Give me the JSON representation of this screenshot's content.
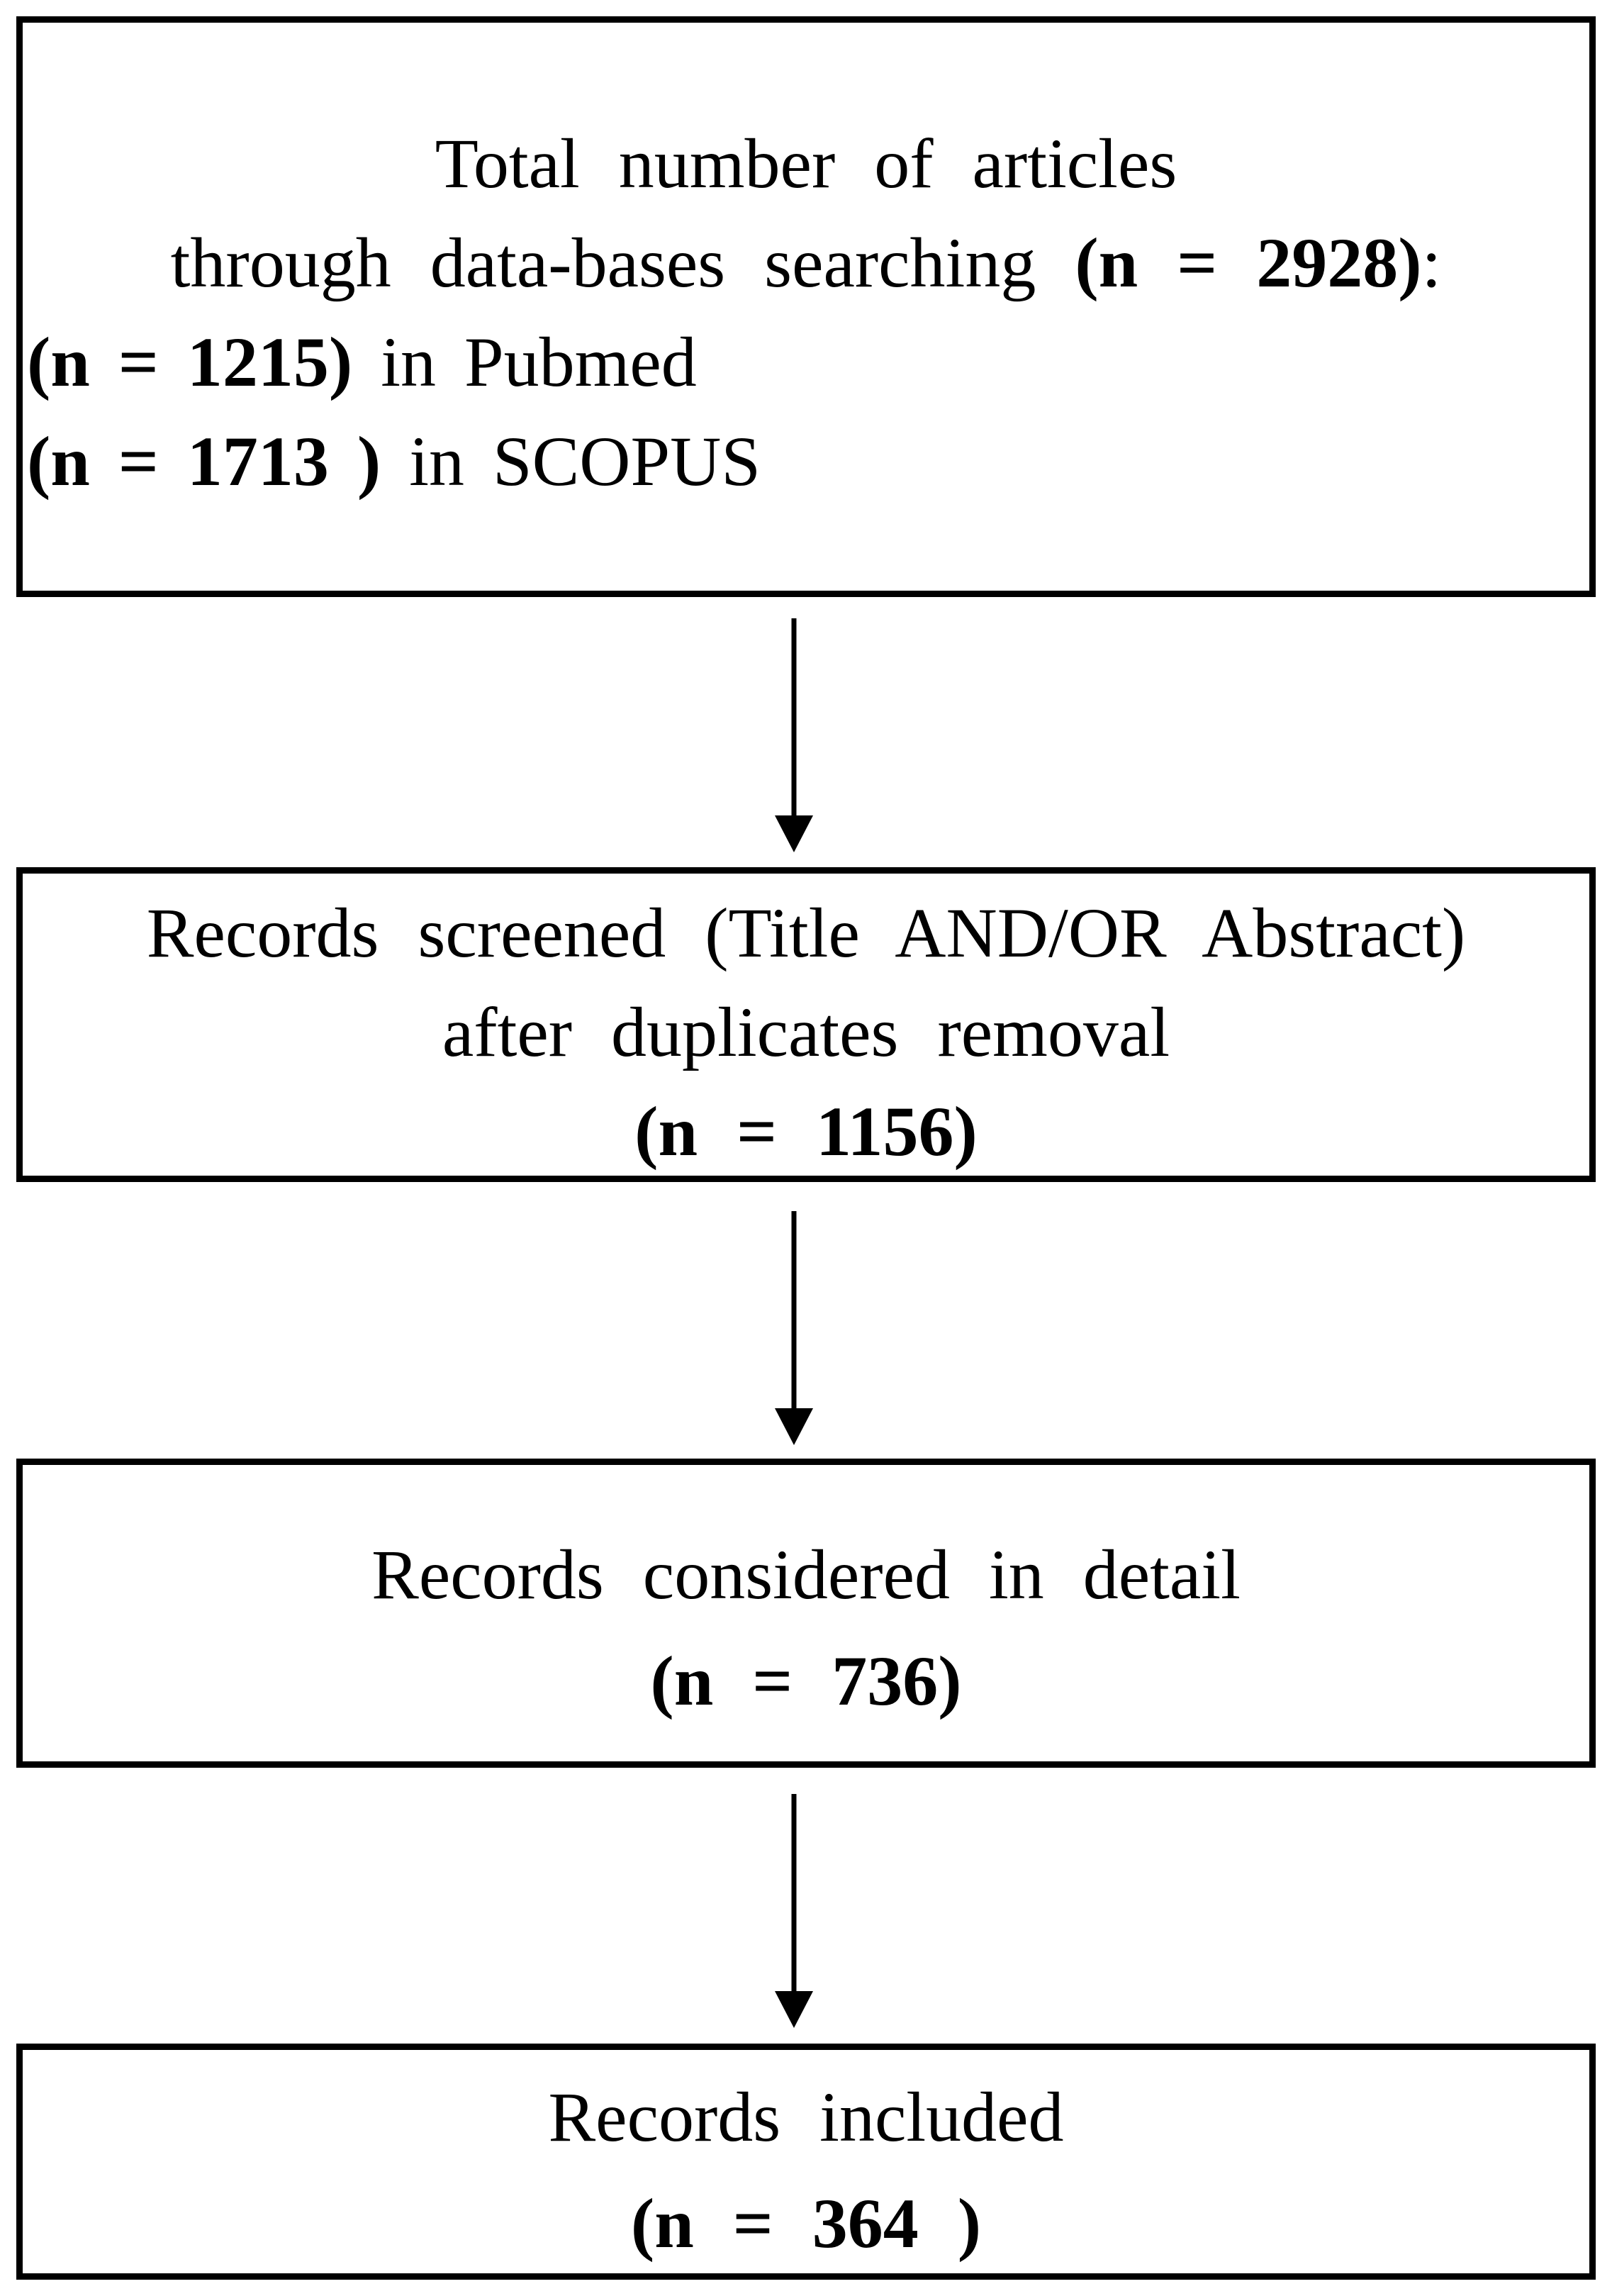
{
  "page": {
    "colors": {
      "ink": "#000000",
      "background": "#ffffff"
    }
  },
  "flowchart": {
    "boxes": [
      {
        "id": "identification",
        "lines": [
          {
            "align": "center",
            "segments": [
              {
                "text": "Total number of articles",
                "bold": false
              }
            ]
          },
          {
            "align": "center",
            "segments": [
              {
                "text": "through data-bases searching ",
                "bold": false
              },
              {
                "text": "(n = 2928)",
                "bold": true
              },
              {
                "text": ":",
                "bold": false
              }
            ]
          },
          {
            "align": "left",
            "segments": [
              {
                "text": "(n = 1215)",
                "bold": true
              },
              {
                "text": " in Pubmed",
                "bold": false
              }
            ]
          },
          {
            "align": "left",
            "segments": [
              {
                "text": "(n = 1713 )",
                "bold": true
              },
              {
                "text": " in SCOPUS",
                "bold": false
              }
            ]
          }
        ]
      },
      {
        "id": "screening",
        "lines": [
          {
            "align": "center",
            "segments": [
              {
                "text": "Records screened (Title AND/OR Abstract)",
                "bold": false
              }
            ]
          },
          {
            "align": "center",
            "segments": [
              {
                "text": "after duplicates removal",
                "bold": false
              }
            ]
          },
          {
            "align": "center",
            "segments": [
              {
                "text": "(n = 1156)",
                "bold": true
              }
            ]
          }
        ]
      },
      {
        "id": "detail",
        "lines": [
          {
            "align": "center",
            "segments": [
              {
                "text": "Records considered in detail",
                "bold": false
              }
            ]
          },
          {
            "align": "center",
            "segments": [
              {
                "text": "(n = 736)",
                "bold": true
              }
            ]
          }
        ]
      },
      {
        "id": "included",
        "lines": [
          {
            "align": "center",
            "segments": [
              {
                "text": "Records included",
                "bold": false
              }
            ]
          },
          {
            "align": "center",
            "segments": [
              {
                "text": "(n = 364 )",
                "bold": true
              }
            ]
          }
        ]
      }
    ],
    "connectors": [
      {
        "from": "identification",
        "to": "screening"
      },
      {
        "from": "screening",
        "to": "detail"
      },
      {
        "from": "detail",
        "to": "included"
      }
    ]
  }
}
